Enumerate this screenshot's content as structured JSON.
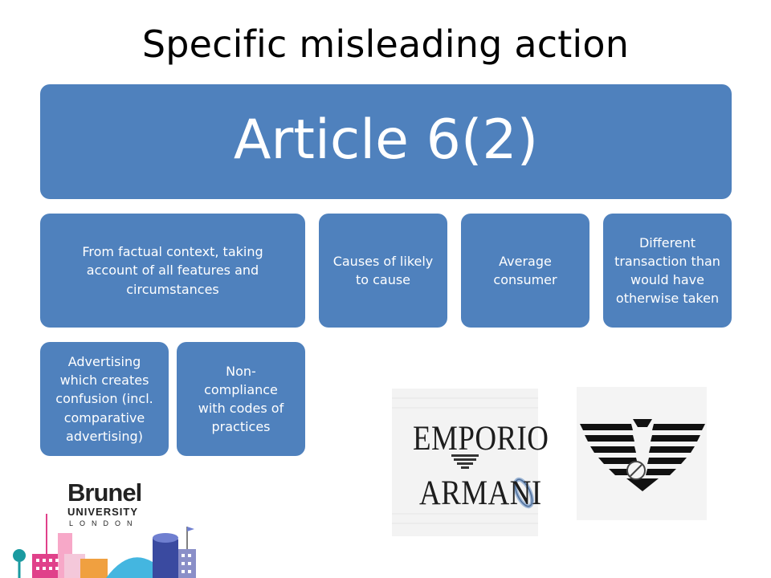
{
  "slide": {
    "title": "Specific misleading action"
  },
  "diagram": {
    "main": "Article 6(2)",
    "boxes": [
      "From factual context, taking account of all features and circumstances",
      "Causes of likely to cause",
      "Average consumer",
      "Different transaction than would have otherwise taken",
      "Advertising which creates confusion  (incl. comparative advertising)",
      "Non-compliance with codes of practices"
    ],
    "colors": {
      "box": "#4f81bd",
      "text": "#ffffff"
    }
  },
  "logos": {
    "emporio": {
      "line1": "EMPORIO",
      "line2": "ARMANI"
    },
    "brunel": {
      "word": "Brunel",
      "university": "UNIVERSITY",
      "city": "LONDON"
    }
  }
}
